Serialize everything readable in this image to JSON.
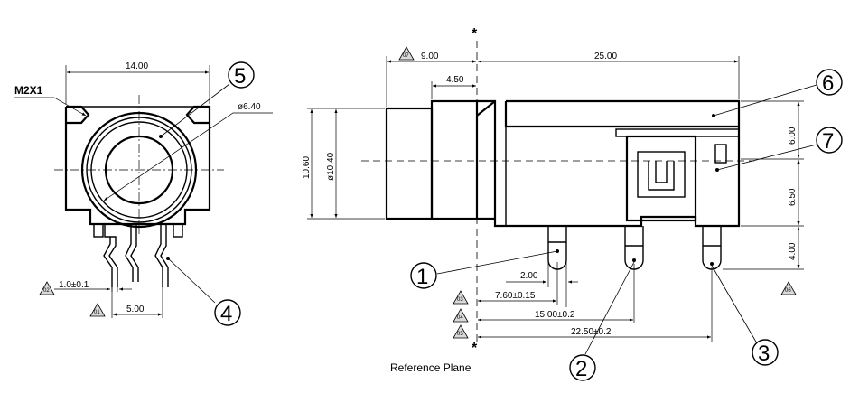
{
  "front_view": {
    "thread_label": "M2X1",
    "dim_width": "14.00",
    "dim_hole_dia": "ø6.40",
    "dim_pin_tol": "1.0±0.1",
    "dim_pin_spacing": "5.00",
    "badge_pin_tol": "02",
    "badge_pin_spacing": "01"
  },
  "side_view": {
    "dim_front_len": "9.00",
    "dim_collar": "4.50",
    "dim_body_len": "25.00",
    "dim_outer_dia": "10.60",
    "dim_inner_dia": "ø10.40",
    "dim_top": "6.00",
    "dim_mid": "6.50",
    "dim_pin_height": "4.00",
    "dim_pin1_width": "2.00",
    "dim_pin1_pos": "7.60±0.15",
    "dim_pin2_pos": "15.00±0.2",
    "dim_pin3_pos": "22.50±0.2",
    "badge_front_len": "07",
    "badge_pin1_pos": "03",
    "badge_pin2_pos": "04",
    "badge_pin3_pos": "05",
    "badge_right": "06",
    "reference_plane": "Reference Plane",
    "star_marker": "*"
  },
  "callouts": [
    "1",
    "2",
    "3",
    "4",
    "5",
    "6",
    "7"
  ]
}
